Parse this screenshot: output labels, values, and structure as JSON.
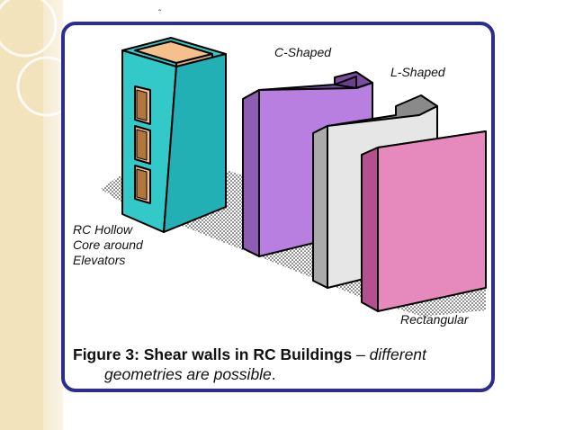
{
  "labels": {
    "rc_hollow_core": "RC Hollow\nCore around\nElevators",
    "c_shaped": "C-Shaped",
    "l_shaped": "L-Shaped",
    "rectangular": "Rectangular"
  },
  "caption": {
    "figure_title": "Figure 3: Shear walls in RC Buildings",
    "dash": " – ",
    "description_part1": "different",
    "description_part2": "geometries are possible",
    "period": "."
  },
  "colors": {
    "frame_border": "#2b2d8f",
    "hollow_core": "#33c9c9",
    "c_shaped": "#b87ee0",
    "l_shaped": "#e6e6e6",
    "rectangular": "#e689bd",
    "background_beige": "#f3e3bd"
  }
}
